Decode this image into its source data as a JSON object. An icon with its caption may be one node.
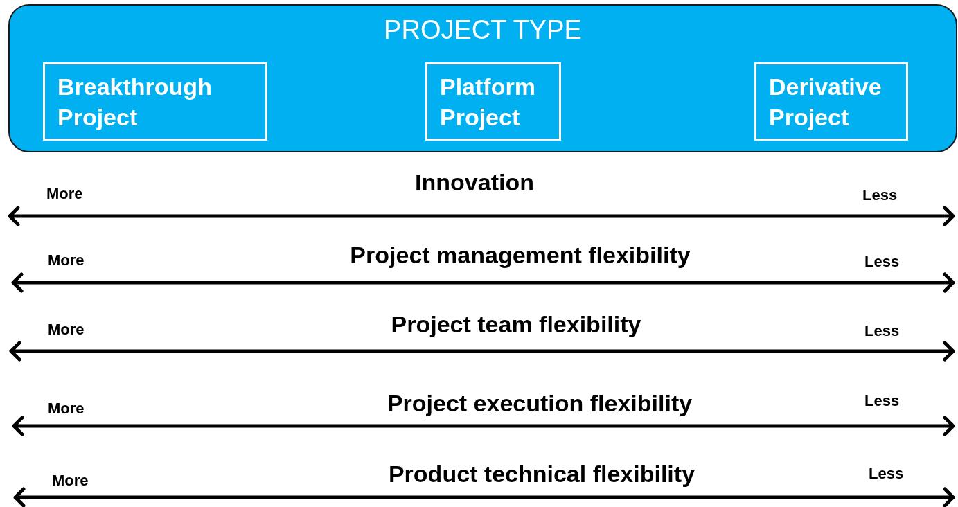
{
  "diagram": {
    "nodes": [
      {
        "text": [
          "PROJECT TYPE"
        ]
      },
      {
        "text": [
          "Breakthrough Project"
        ],
        "in": 0
      },
      {
        "text": [
          "Platform Project"
        ],
        "in": 0
      },
      {
        "text": [
          "Derivative Project"
        ],
        "in": 0
      }
    ],
    "edges": [],
    "labels": [
      "Innovation",
      "More",
      "Less",
      "Project management flexibility",
      "More",
      "Less",
      "Project team flexibility",
      "More",
      "Less",
      "Project execution flexibility",
      "More",
      "Less",
      "Product technical flexibility",
      "More",
      "Less"
    ]
  }
}
